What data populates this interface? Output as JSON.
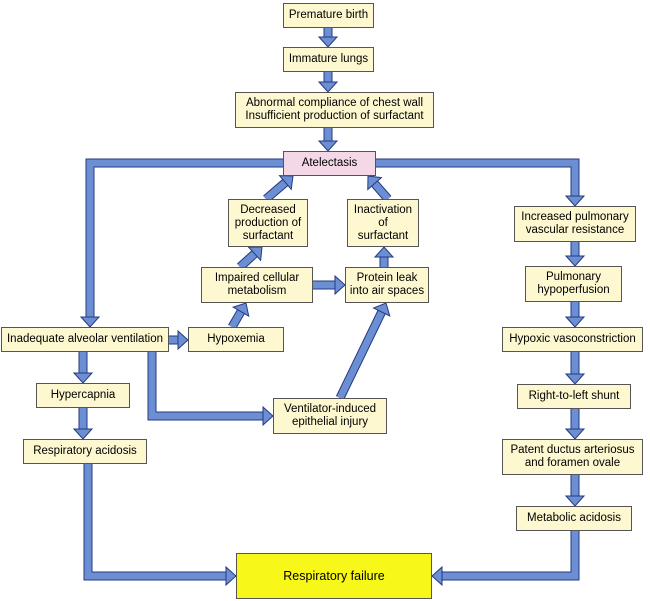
{
  "colors": {
    "box_fill": "#fdf8d0",
    "box_border": "#555555",
    "highlight_fill": "#f4d8e8",
    "outcome_fill": "#f7f71a",
    "arrow_fill": "#6c8fd4",
    "arrow_stroke": "#243a80"
  },
  "nodes": {
    "premature_birth": "Premature birth",
    "immature_lungs": "Immature lungs",
    "abnormal_compliance": "Abnormal compliance of chest wall\nInsufficient production of surfactant",
    "atelectasis": "Atelectasis",
    "decreased_production": "Decreased\nproduction of\nsurfactant",
    "inactivation": "Inactivation\nof\nsurfactant",
    "impaired_metabolism": "Impaired cellular\nmetabolism",
    "protein_leak": "Protein leak\ninto air spaces",
    "inadequate_ventilation": "Inadequate alveolar ventilation",
    "hypoxemia": "Hypoxemia",
    "hypercapnia": "Hypercapnia",
    "respiratory_acidosis": "Respiratory acidosis",
    "ventilator_injury": "Ventilator-induced\nepithelial injury",
    "increased_resistance": "Increased pulmonary\nvascular resistance",
    "hypoperfusion": "Pulmonary\nhypoperfusion",
    "hypoxic_vasoconstriction": "Hypoxic vasoconstriction",
    "right_left_shunt": "Right-to-left shunt",
    "patent_ductus": "Patent ductus arteriosus\nand foramen ovale",
    "metabolic_acidosis": "Metabolic acidosis",
    "respiratory_failure": "Respiratory failure"
  }
}
